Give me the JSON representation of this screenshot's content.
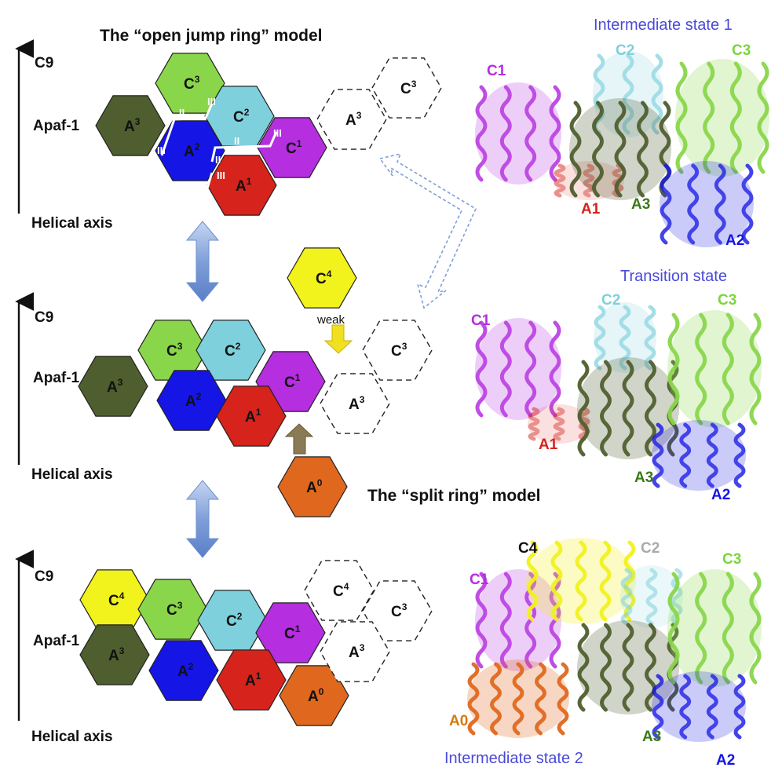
{
  "colors": {
    "A3": "#4f5e2e",
    "A2": "#1515e6",
    "A1": "#d6231c",
    "A0": "#e0681e",
    "C1": "#b52ee0",
    "C2": "#7dd0dc",
    "C3": "#8ad64a",
    "C4": "#f2f21c",
    "outline": "#222222",
    "double_arrow": "#7f9fd8",
    "weak_arrow": "#f0e020",
    "a0_arrow": "#8a7a55",
    "state_title": "#4a4ad8",
    "label_dark_green": "#3a7a1a",
    "label_green": "#7ad63a",
    "label_cyan": "#7dd0dc",
    "label_gray": "#aaaaaa",
    "label_orange": "#d57a10"
  },
  "titles": {
    "open_jump_ring": "The “open jump ring” model",
    "split_ring": "The “split ring” model"
  },
  "axis": {
    "c9": "C9",
    "apaf1": "Apaf-1",
    "helical_axis": "Helical axis"
  },
  "arrow_label_weak": "weak",
  "interface_labels": [
    "II",
    "III",
    "II",
    "III",
    "III",
    "II",
    "III"
  ],
  "hex_subunits": {
    "A3": {
      "letter": "A",
      "sup": "3"
    },
    "A2": {
      "letter": "A",
      "sup": "2"
    },
    "A1": {
      "letter": "A",
      "sup": "1"
    },
    "A0": {
      "letter": "A",
      "sup": "0"
    },
    "C1": {
      "letter": "C",
      "sup": "1"
    },
    "C2": {
      "letter": "C",
      "sup": "2"
    },
    "C3": {
      "letter": "C",
      "sup": "3"
    },
    "C4": {
      "letter": "C",
      "sup": "4"
    }
  },
  "structures": [
    {
      "title": "Intermediate state 1",
      "labels": {
        "C1": "C1",
        "C2": "C2",
        "C3": "C3",
        "A1": "A1",
        "A3": "A3",
        "A2": "A2"
      }
    },
    {
      "title": "Transition state",
      "labels": {
        "C1": "C1",
        "C2": "C2",
        "C3": "C3",
        "A1": "A1",
        "A3": "A3",
        "A2": "A2"
      }
    },
    {
      "title": "Intermediate state 2",
      "labels": {
        "C4": "C4",
        "C2": "C2",
        "C3": "C3",
        "C1": "C1",
        "A0": "A0",
        "A3": "A3",
        "A2": "A2"
      }
    }
  ]
}
